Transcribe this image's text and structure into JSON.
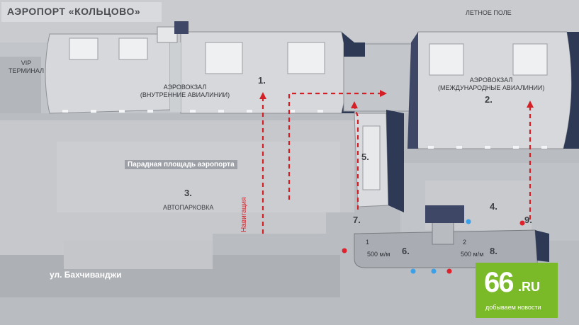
{
  "title": "АЭРОПОРТ «КОЛЬЦОВО»",
  "labels": {
    "airfield": "ЛЕТНОЕ ПОЛЕ",
    "vip_line1": "VIP",
    "vip_line2": "ТЕРМИНАЛ",
    "domestic_line1": "АЭРОВОКЗАЛ",
    "domestic_line2": "(ВНУТРЕННИЕ АВИАЛИНИИ)",
    "international_line1": "АЭРОВОКЗАЛ",
    "international_line2": "(МЕЖДУНАРОДНЫЕ АВИАЛИНИИ)",
    "plaza": "Парадная площадь аэропорта",
    "parking": "АВТОПАРКОВКА",
    "street": "ул. Бахчиванджи",
    "navigation": "Навигация",
    "dist_1": "500 м/м",
    "dist_2": "500 м/м",
    "level_1": "1",
    "level_2": "2"
  },
  "markers": {
    "m1": "1.",
    "m2": "2.",
    "m3": "3.",
    "m4": "4.",
    "m5": "5.",
    "m6": "6.",
    "m7": "7.",
    "m8": "8.",
    "m9": "9."
  },
  "logo": {
    "number": "66",
    "domain": ".RU",
    "tagline": "добываем новости"
  },
  "colors": {
    "route": "#d41f26",
    "logo_green": "#7ab928",
    "dot_blue": "#3aa0e8",
    "dot_red": "#e0202a"
  }
}
